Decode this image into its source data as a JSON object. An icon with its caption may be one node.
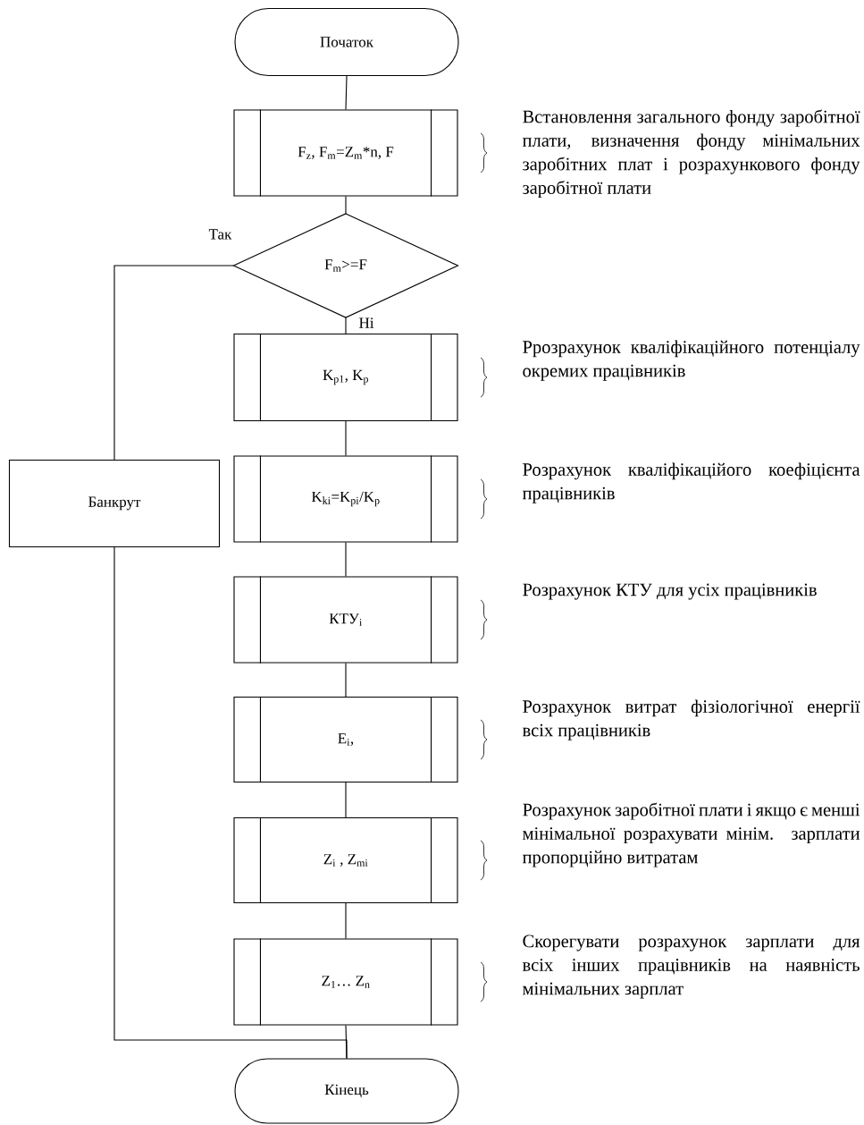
{
  "diagram": {
    "nodes": [
      {
        "text": [
          "Початок"
        ]
      },
      {
        "text": [
          "F$_{z}$, F$_{m}$=Z$_{m}$*n, F"
        ]
      },
      {
        "text": [
          "F$_{m}$>=F"
        ]
      },
      {
        "text": [
          "Банкрут"
        ]
      },
      {
        "text": [
          "K$_{p1}$, K$_{p}$"
        ]
      },
      {
        "text": [
          "K$_{ki}$=K$_{pi}$/K$_{p}$"
        ]
      },
      {
        "text": [
          "КТУ$_{i}$"
        ]
      },
      {
        "text": [
          "E$_{i}$,"
        ]
      },
      {
        "text": [
          "Z$_{i}$ , Z$_{mi}$"
        ]
      },
      {
        "text": [
          "Z$_{1}$… Z$_{n}$"
        ]
      },
      {
        "text": [
          "Кінець"
        ]
      }
    ],
    "edges": [
      {
        "from": 0,
        "to": 1,
        "arrow": "none"
      },
      {
        "from": 1,
        "to": 2,
        "arrow": "none"
      },
      {
        "from": 2,
        "to": 3,
        "arrow": "none",
        "label": "Так"
      },
      {
        "from": 2,
        "to": 4,
        "arrow": "none",
        "label": "Ні"
      },
      {
        "from": 4,
        "to": 5,
        "arrow": "none"
      },
      {
        "from": 5,
        "to": 6,
        "arrow": "none"
      },
      {
        "from": 6,
        "to": 7,
        "arrow": "none"
      },
      {
        "from": 7,
        "to": 8,
        "arrow": "none"
      },
      {
        "from": 8,
        "to": 9,
        "arrow": "none"
      },
      {
        "from": 9,
        "to": 10,
        "arrow": "none"
      },
      {
        "from": 3,
        "to": 10,
        "arrow": "none"
      }
    ],
    "labels": [
      "Встановлення загального фонду заробітної плати, визначення фонду мінімальних заробітних плат і розрахункового фонду заробітної плати",
      "Ррозрахунок кваліфікаційного потенціалу окремих працівників",
      "Розрахунок кваліфікаційого коефіцієнта працівників",
      "Розрахунок КТУ для усіх працівників",
      "Розрахунок витрат фізіологічної енергії всіх працівників",
      "Розрахунок заробітної плати і якщо є менші мінімальної розрахувати мінім. зарплати пропорційно витратам",
      "Скорегувати розрахунок зарплати для всіх інших працівників на наявність мінімальних зарплат"
    ]
  }
}
